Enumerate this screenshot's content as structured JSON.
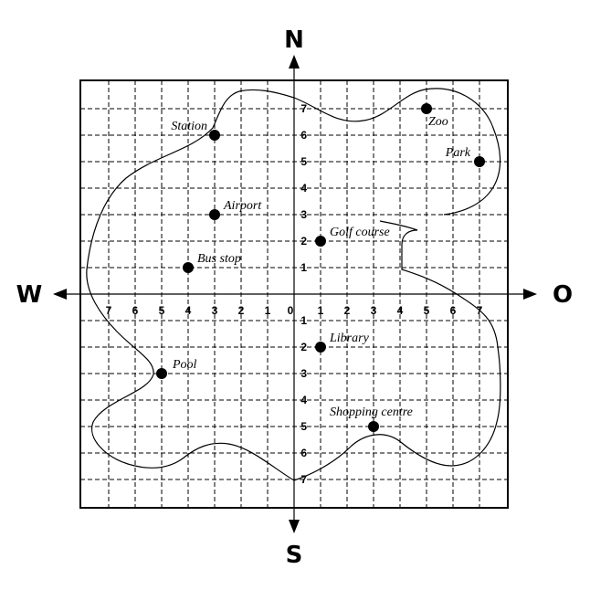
{
  "compass": {
    "north": "N",
    "south": "S",
    "west": "W",
    "east": "O"
  },
  "ticks": [
    "7",
    "6",
    "5",
    "4",
    "3",
    "2",
    "1",
    "0",
    "1",
    "2",
    "3",
    "4",
    "5",
    "6",
    "7"
  ],
  "places": [
    {
      "name": "Station",
      "x": -3,
      "y": 6
    },
    {
      "name": "Zoo",
      "x": 5,
      "y": 7
    },
    {
      "name": "Park",
      "x": 7,
      "y": 5
    },
    {
      "name": "Airport",
      "x": -3,
      "y": 3
    },
    {
      "name": "Golf course",
      "x": 1,
      "y": 2
    },
    {
      "name": "Bus stop",
      "x": -4,
      "y": 1
    },
    {
      "name": "Library",
      "x": 1,
      "y": -2
    },
    {
      "name": "Pool",
      "x": -5,
      "y": -3
    },
    {
      "name": "Shopping centre",
      "x": 3,
      "y": -5
    }
  ]
}
